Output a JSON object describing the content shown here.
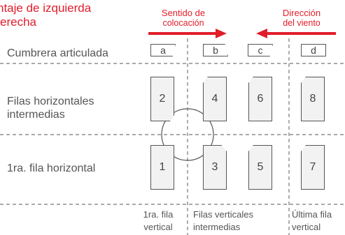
{
  "title": {
    "line1": "ntaje de izquierda",
    "line2": "erecha"
  },
  "headers": {
    "left": {
      "line1": "Sentido de",
      "line2": "colocación"
    },
    "right": {
      "line1": "Dirección",
      "line2": "del viento"
    }
  },
  "colors": {
    "accent": "#e11d2a",
    "tile_fill": "#f2f2f2",
    "line": "#555555"
  },
  "rows": [
    "Cumbrera articulada",
    "Filas horizontales",
    "intermedias",
    "1ra. fila horizontal"
  ],
  "ridge_tabs": [
    "a",
    "b",
    "c",
    "d"
  ],
  "tiles": {
    "t1": "1",
    "t2": "2",
    "t3": "3",
    "t4": "4",
    "t5": "5",
    "t6": "6",
    "t7": "7",
    "t8": "8"
  },
  "columns": {
    "first": {
      "line1": "1ra. fila",
      "line2": "vertical"
    },
    "middle": {
      "line1": "Filas verticales",
      "line2": "intermedias"
    },
    "last": {
      "line1": "Última fila",
      "line2": "vertical"
    }
  }
}
